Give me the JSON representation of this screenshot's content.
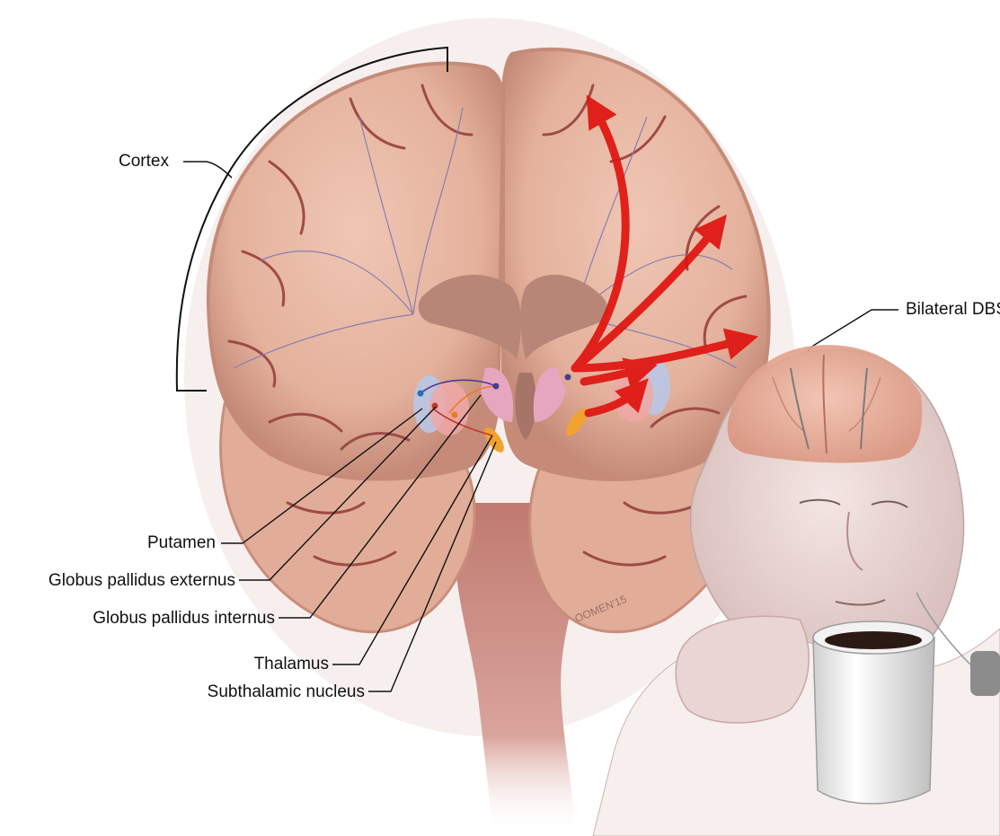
{
  "labels": {
    "cortex": "Cortex",
    "bilateral_dbs": "Bilateral DBS",
    "putamen": "Putamen",
    "globus_pallidus_externus": "Globus pallidus externus",
    "globus_pallidus_internus": "Globus pallidus internus",
    "thalamus": "Thalamus",
    "subthalamic_nucleus": "Subthalamic nucleus"
  },
  "signature": "OOMEN'15",
  "colors": {
    "brain": "#e9b9a4",
    "brain_shadow": "#c98d7a",
    "sulci": "#9e4b48",
    "ventricle": "#b88677",
    "stem": "#c78077",
    "arrow": "#e0140f",
    "nerve_lines": "#8a7cb0",
    "putamen": "#b9c6e6",
    "globus_pallidus": "#f0a7a7",
    "thalamus": "#e7a6bf",
    "subthalamic": "#f2a22e",
    "leader": "#111111",
    "skin": "#eddcd9"
  }
}
